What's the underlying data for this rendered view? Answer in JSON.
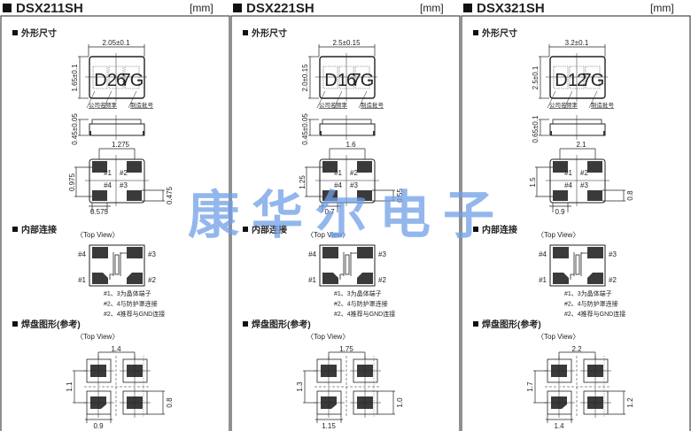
{
  "unit": "[mm]",
  "sections": {
    "outline": "外形尺寸",
    "internal": "内部连接",
    "land": "焊盘图形(参考)"
  },
  "top_view": "〈Top View〉",
  "marking_labels": [
    "公司名",
    "频率",
    "制造批号"
  ],
  "pins": {
    "p1": "#1",
    "p2": "#2",
    "p3": "#3",
    "p4": "#4"
  },
  "notes": [
    "#1、3为晶体端子",
    "#2、4与防护罩连接",
    "#2、4推荐与GND连接"
  ],
  "watermark": "康华尔电子",
  "colors": {
    "line": "#222222",
    "pad": "#3a3a3a",
    "watermark": "#6f9fe8"
  },
  "products": [
    {
      "title": "DSX211SH",
      "width": "2.05±0.1",
      "height": "1.65±0.1",
      "marking": [
        "D",
        "26",
        "7G"
      ],
      "thickness": "0.45±0.05",
      "pad_pitch": "1.275",
      "pad_vpitch": "0.975",
      "pad_h": "0.475",
      "pad_w": "0.575",
      "land_pitch": "1.4",
      "land_vpitch": "1.1",
      "land_h": "0.8",
      "land_w": "0.9"
    },
    {
      "title": "DSX221SH",
      "width": "2.5±0.15",
      "height": "2.0±0.15",
      "marking": [
        "D",
        "16",
        "7G"
      ],
      "thickness": "0.45±0.05",
      "pad_pitch": "1.6",
      "pad_vpitch": "1.25",
      "pad_h": "0.55",
      "pad_w": "0.7",
      "land_pitch": "1.75",
      "land_vpitch": "1.3",
      "land_h": "1.0",
      "land_w": "1.15"
    },
    {
      "title": "DSX321SH",
      "width": "3.2±0.1",
      "height": "2.5±0.1",
      "marking": [
        "D",
        "12",
        "7G"
      ],
      "thickness": "0.65±0.1",
      "pad_pitch": "2.1",
      "pad_vpitch": "1.5",
      "pad_h": "0.8",
      "pad_w": "0.9",
      "land_pitch": "2.2",
      "land_vpitch": "1.7",
      "land_h": "1.2",
      "land_w": "1.4"
    }
  ]
}
